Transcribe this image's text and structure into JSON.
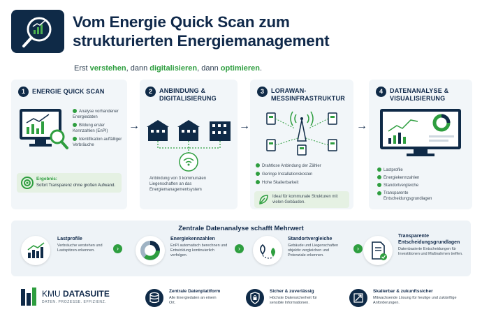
{
  "header": {
    "title_line1": "Vom Energie Quick Scan zum",
    "title_line2": "strukturierten Energiemanagement",
    "tagline": {
      "p1": "Erst ",
      "w1": "verstehen",
      "p2": ", dann ",
      "w2": "digitalisieren",
      "p3": ", dann ",
      "w3": "optimieren",
      "p4": "."
    },
    "icon": "magnifier-chart-icon"
  },
  "steps": [
    {
      "number": "1",
      "title": "ENERGIE QUICK SCAN",
      "bullets": [
        "Analyse vorhandener Energiedaten",
        "Bildung erster Kennzahlen (EnPI)",
        "Identifikation auffälliger Verbräuche"
      ],
      "result_label": "Ergebnis:",
      "result_text": "Sofort Transparenz ohne großen Aufwand."
    },
    {
      "number": "2",
      "title_l1": "ANBINDUNG &",
      "title_l2": "DIGITALISIERUNG",
      "caption": "Anbindung von 3 kommunalen Liegenschaften an das Energiemanagementsystem"
    },
    {
      "number": "3",
      "title_l1": "LORAWAN-",
      "title_l2": "MESSINFRASTRUKTUR",
      "bullets": [
        "Drahtlose Anbindung der Zähler",
        "Geringe Installationskosten",
        "Hohe Skalierbarkeit"
      ],
      "note": "Ideal für kommunale Strukturen mit vielen Gebäuden."
    },
    {
      "number": "4",
      "title_l1": "DATENANALYSE &",
      "title_l2": "VISUALISIERUNG",
      "bullets": [
        "Lastprofile",
        "Energiekennzahlen",
        "Standortvergleiche",
        "Transparente Entscheidungsgrundlagen"
      ]
    }
  ],
  "central": {
    "title": "Zentrale Datenanalyse schafft Mehrwert",
    "items": [
      {
        "title": "Lastprofile",
        "desc": "Verbräuche verstehen und Lastspitzen erkennen."
      },
      {
        "title": "Energiekennzahlen",
        "desc": "EnPI automatisch berechnen und Entwicklung kontinuierlich verfolgen."
      },
      {
        "title": "Standortvergleiche",
        "desc": "Gebäude und Liegenschaften objektiv vergleichen und Potenziale erkennen."
      },
      {
        "title": "Transparente Entscheidungsgrundlagen",
        "desc": "Datenbasierte Entscheidungen für Investitionen und Maßnahmen treffen."
      }
    ]
  },
  "footer": {
    "brand_a": "KMU ",
    "brand_b": "DATASUITE",
    "brand_tag": "DATEN. PROZESSE. EFFIZIENZ.",
    "items": [
      {
        "title": "Zentrale Datenplattform",
        "desc": "Alle Energiedaten an einem Ort."
      },
      {
        "title": "Sicher & zuverlässig",
        "desc": "Höchste Datensicherheit für sensible Informationen."
      },
      {
        "title": "Skalierbar & zukunftssicher",
        "desc": "Mitwachsende Lösung für heutige und zukünftige Anforderungen."
      }
    ]
  },
  "colors": {
    "navy": "#0f2a47",
    "green": "#2e9e3f",
    "panel": "#f2f6f9"
  }
}
